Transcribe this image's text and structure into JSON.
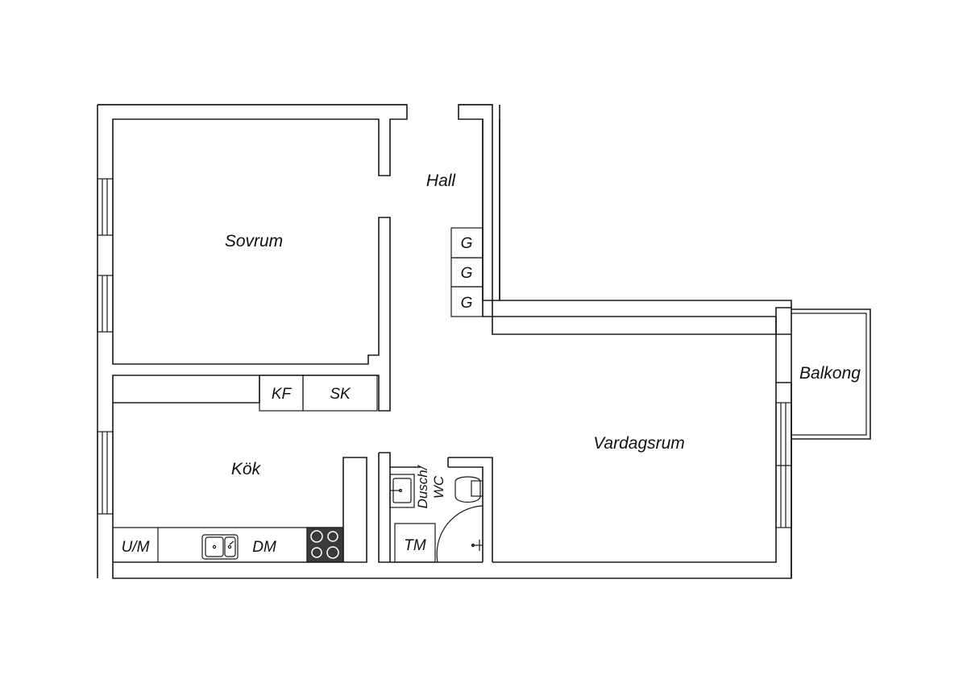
{
  "rooms": {
    "sovrum": "Sovrum",
    "hall": "Hall",
    "kok": "Kök",
    "vardagsrum": "Vardagsrum",
    "balkong": "Balkong",
    "dusch_wc": [
      "Dusch/",
      "WC"
    ]
  },
  "fixtures": {
    "wardrobe": "G",
    "fridge": "KF",
    "cabinet": "SK",
    "oven_micro": "U/M",
    "dishwasher": "DM",
    "washer": "TM"
  },
  "colors": {
    "line": "#1a1a1a",
    "background": "#ffffff",
    "stove": "#3a3a3a"
  }
}
